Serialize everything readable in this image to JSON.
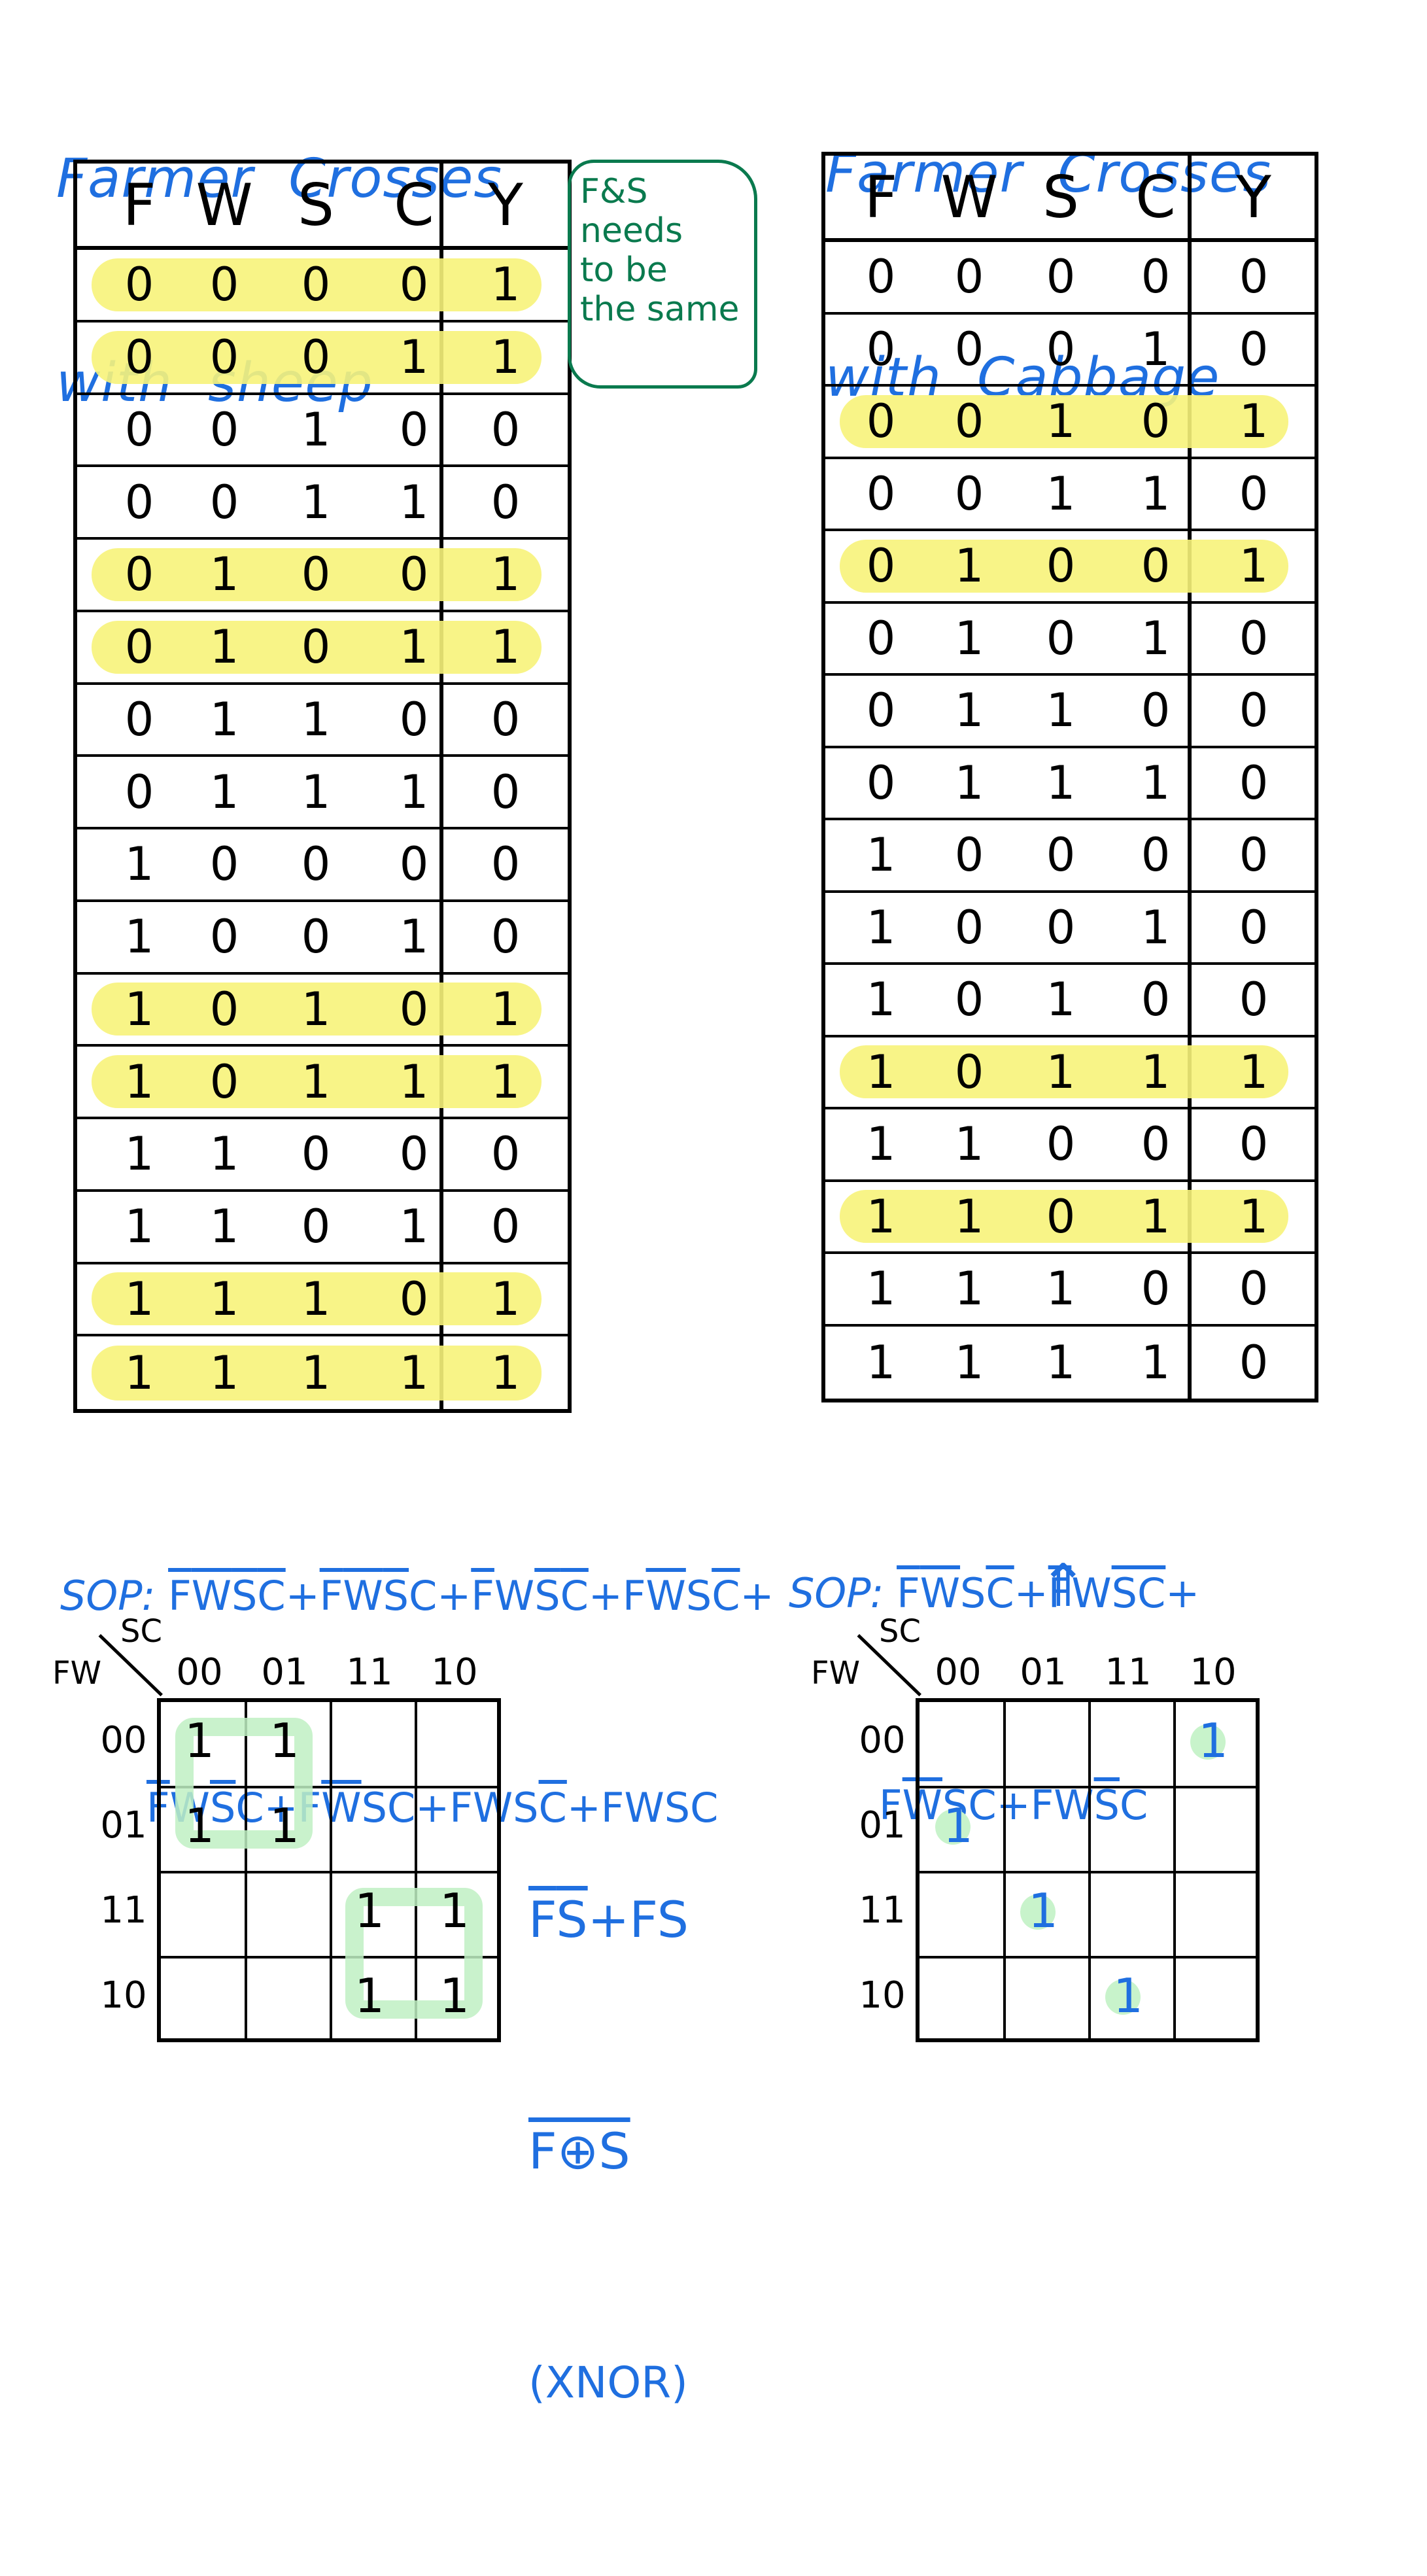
{
  "left": {
    "title_lines": [
      "Farmer  Crosses",
      "with  sheep"
    ],
    "headers": [
      "F",
      "W",
      "S",
      "C",
      "Y"
    ],
    "rows": [
      [
        "0",
        "0",
        "0",
        "0",
        "1"
      ],
      [
        "0",
        "0",
        "0",
        "1",
        "1"
      ],
      [
        "0",
        "0",
        "1",
        "0",
        "0"
      ],
      [
        "0",
        "0",
        "1",
        "1",
        "0"
      ],
      [
        "0",
        "1",
        "0",
        "0",
        "1"
      ],
      [
        "0",
        "1",
        "0",
        "1",
        "1"
      ],
      [
        "0",
        "1",
        "1",
        "0",
        "0"
      ],
      [
        "0",
        "1",
        "1",
        "1",
        "0"
      ],
      [
        "1",
        "0",
        "0",
        "0",
        "0"
      ],
      [
        "1",
        "0",
        "0",
        "1",
        "0"
      ],
      [
        "1",
        "0",
        "1",
        "0",
        "1"
      ],
      [
        "1",
        "0",
        "1",
        "1",
        "1"
      ],
      [
        "1",
        "1",
        "0",
        "0",
        "0"
      ],
      [
        "1",
        "1",
        "0",
        "1",
        "0"
      ],
      [
        "1",
        "1",
        "1",
        "0",
        "1"
      ],
      [
        "1",
        "1",
        "1",
        "1",
        "1"
      ]
    ],
    "highlight": [
      true,
      true,
      false,
      false,
      true,
      true,
      false,
      false,
      false,
      false,
      true,
      true,
      false,
      false,
      true,
      true
    ],
    "note_lines": [
      "F&S",
      "needs",
      "to be",
      "the same"
    ],
    "sop_label": "SOP:",
    "sop_line1": [
      {
        "t": "F",
        "o": true
      },
      {
        "t": "W",
        "o": true
      },
      {
        "t": "S",
        "o": true
      },
      {
        "t": "C",
        "o": true
      },
      {
        "t": "+",
        "o": false
      },
      {
        "t": "F",
        "o": true
      },
      {
        "t": "W",
        "o": true
      },
      {
        "t": "S",
        "o": true
      },
      {
        "t": "C",
        "o": false
      },
      {
        "t": "+",
        "o": false
      },
      {
        "t": "F",
        "o": true
      },
      {
        "t": "W",
        "o": false
      },
      {
        "t": "S",
        "o": true
      },
      {
        "t": "C",
        "o": true
      },
      {
        "t": "+",
        "o": false
      },
      {
        "t": "F",
        "o": false
      },
      {
        "t": "W",
        "o": true
      },
      {
        "t": "S",
        "o": false
      },
      {
        "t": "C",
        "o": true
      },
      {
        "t": "+",
        "o": false
      }
    ],
    "sop_line2": [
      {
        "t": "F",
        "o": true
      },
      {
        "t": "W",
        "o": false
      },
      {
        "t": "S",
        "o": true
      },
      {
        "t": "C",
        "o": false
      },
      {
        "t": "+",
        "o": false
      },
      {
        "t": "F",
        "o": false
      },
      {
        "t": "W",
        "o": true
      },
      {
        "t": "S",
        "o": false
      },
      {
        "t": "C",
        "o": false
      },
      {
        "t": "+",
        "o": false
      },
      {
        "t": "F",
        "o": false
      },
      {
        "t": "W",
        "o": false
      },
      {
        "t": "S",
        "o": false
      },
      {
        "t": "C",
        "o": true
      },
      {
        "t": "+",
        "o": false
      },
      {
        "t": "F",
        "o": false
      },
      {
        "t": "W",
        "o": false
      },
      {
        "t": "S",
        "o": false
      },
      {
        "t": "C",
        "o": false
      }
    ],
    "kmap": {
      "row_var": "FW",
      "col_var": "SC",
      "col_headers": [
        "00",
        "01",
        "11",
        "10"
      ],
      "row_headers": [
        "00",
        "01",
        "11",
        "10"
      ],
      "cells": [
        [
          "1",
          "1",
          "",
          ""
        ],
        [
          "1",
          "1",
          "",
          ""
        ],
        [
          "",
          "",
          "1",
          "1"
        ],
        [
          "",
          "",
          "1",
          "1"
        ]
      ]
    },
    "expr1": [
      {
        "t": "F",
        "o": true
      },
      {
        "t": "S",
        "o": true
      },
      {
        "t": "+",
        "o": false
      },
      {
        "t": "F",
        "o": false
      },
      {
        "t": "S",
        "o": false
      }
    ],
    "expr2": "F⊕S",
    "expr3": "(XNOR)"
  },
  "right": {
    "title_lines": [
      "Farmer  Crosses",
      "with  Cabbage"
    ],
    "headers": [
      "F",
      "W",
      "S",
      "C",
      "Y"
    ],
    "rows": [
      [
        "0",
        "0",
        "0",
        "0",
        "0"
      ],
      [
        "0",
        "0",
        "0",
        "1",
        "0"
      ],
      [
        "0",
        "0",
        "1",
        "0",
        "1"
      ],
      [
        "0",
        "0",
        "1",
        "1",
        "0"
      ],
      [
        "0",
        "1",
        "0",
        "0",
        "1"
      ],
      [
        "0",
        "1",
        "0",
        "1",
        "0"
      ],
      [
        "0",
        "1",
        "1",
        "0",
        "0"
      ],
      [
        "0",
        "1",
        "1",
        "1",
        "0"
      ],
      [
        "1",
        "0",
        "0",
        "0",
        "0"
      ],
      [
        "1",
        "0",
        "0",
        "1",
        "0"
      ],
      [
        "1",
        "0",
        "1",
        "0",
        "0"
      ],
      [
        "1",
        "0",
        "1",
        "1",
        "1"
      ],
      [
        "1",
        "1",
        "0",
        "0",
        "0"
      ],
      [
        "1",
        "1",
        "0",
        "1",
        "1"
      ],
      [
        "1",
        "1",
        "1",
        "0",
        "0"
      ],
      [
        "1",
        "1",
        "1",
        "1",
        "0"
      ]
    ],
    "highlight": [
      false,
      false,
      true,
      false,
      true,
      false,
      false,
      false,
      false,
      false,
      false,
      true,
      false,
      true,
      false,
      false
    ],
    "sop_label": "SOP:",
    "sop_line1": [
      {
        "t": "F",
        "o": true
      },
      {
        "t": "W",
        "o": true
      },
      {
        "t": "S",
        "o": false
      },
      {
        "t": "C",
        "o": true
      },
      {
        "t": "+",
        "o": false
      },
      {
        "t": "F",
        "o": true
      },
      {
        "t": "W",
        "o": false
      },
      {
        "t": "S",
        "o": true
      },
      {
        "t": "C",
        "o": true
      },
      {
        "t": "+",
        "o": false
      }
    ],
    "sop_line2": [
      {
        "t": "F",
        "o": false
      },
      {
        "t": "W",
        "o": true
      },
      {
        "t": "S",
        "o": false
      },
      {
        "t": "C",
        "o": false
      },
      {
        "t": "+",
        "o": false
      },
      {
        "t": "F",
        "o": false
      },
      {
        "t": "W",
        "o": false
      },
      {
        "t": "S",
        "o": true
      },
      {
        "t": "C",
        "o": false
      }
    ],
    "arrow": "⇑",
    "kmap": {
      "row_var": "FW",
      "col_var": "SC",
      "col_headers": [
        "00",
        "01",
        "11",
        "10"
      ],
      "row_headers": [
        "00",
        "01",
        "11",
        "10"
      ],
      "cells": [
        [
          "",
          "",
          "",
          "1"
        ],
        [
          "1",
          "",
          "",
          ""
        ],
        [
          "",
          "1",
          "",
          ""
        ],
        [
          "",
          "",
          "1",
          ""
        ]
      ]
    }
  }
}
